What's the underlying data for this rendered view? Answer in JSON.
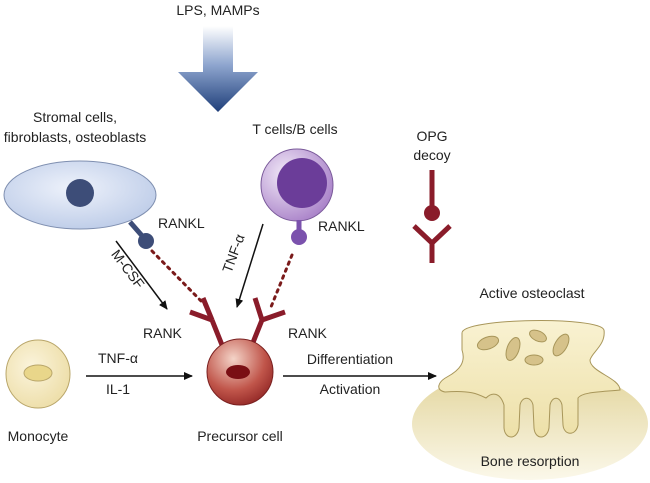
{
  "top": {
    "label": "LPS, MAMPs"
  },
  "stromal": {
    "line1": "Stromal cells,",
    "line2": "fibroblasts, osteoblasts",
    "ligand": "RANKL",
    "signal": "M-CSF"
  },
  "tcells": {
    "label": "T cells/B cells",
    "ligand": "RANKL",
    "signal": "TNF-α"
  },
  "opg": {
    "line1": "OPG",
    "line2": "decoy"
  },
  "precursor": {
    "label": "Precursor cell",
    "receptor_left": "RANK",
    "receptor_right": "RANK"
  },
  "monocyte": {
    "label": "Monocyte",
    "signal1": "TNF-α",
    "signal2": "IL-1"
  },
  "transition": {
    "line1": "Differentiation",
    "line2": "Activation"
  },
  "osteoclast": {
    "label": "Active osteoclast",
    "bone_label": "Bone resorption"
  },
  "colors": {
    "arrow_blue": "#1f4a8a",
    "receptor_red": "#8a1c2a",
    "stromal_blue": "#c9d6ee",
    "tcell_purple": "#6b3d99",
    "bone": "#e8dca8"
  }
}
